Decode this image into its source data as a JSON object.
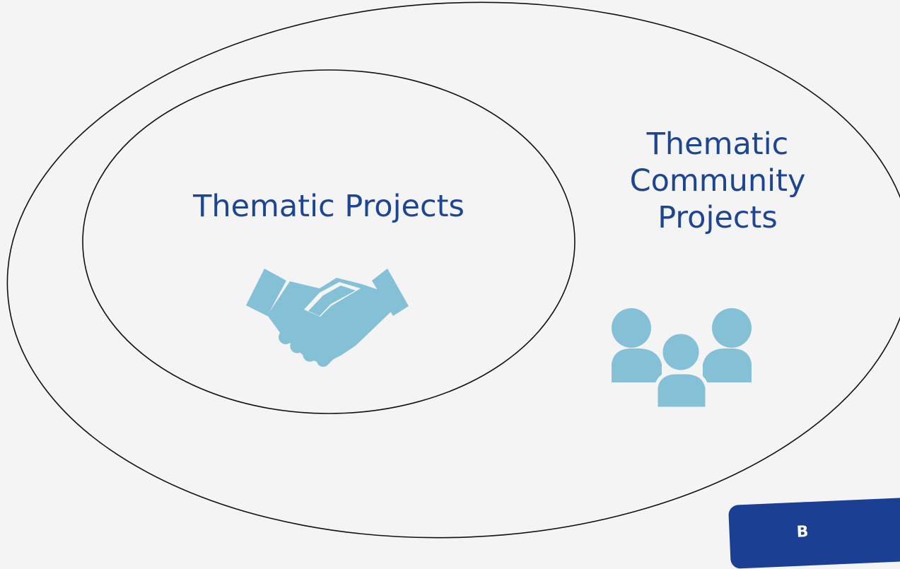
{
  "diagram": {
    "inner_ellipse_label": "Thematic Projects",
    "outer_ellipse_label_lines": [
      "Thematic",
      "Community",
      "Projects"
    ],
    "inner_icon": "handshake-icon",
    "outer_icon": "group-of-people-icon",
    "corner_badge_text": "B",
    "colors": {
      "background": "#f4f4f4",
      "text": "#1d4592",
      "icon": "#85c1d6",
      "ellipse_stroke": "#111111",
      "badge": "#1a3f93"
    }
  }
}
